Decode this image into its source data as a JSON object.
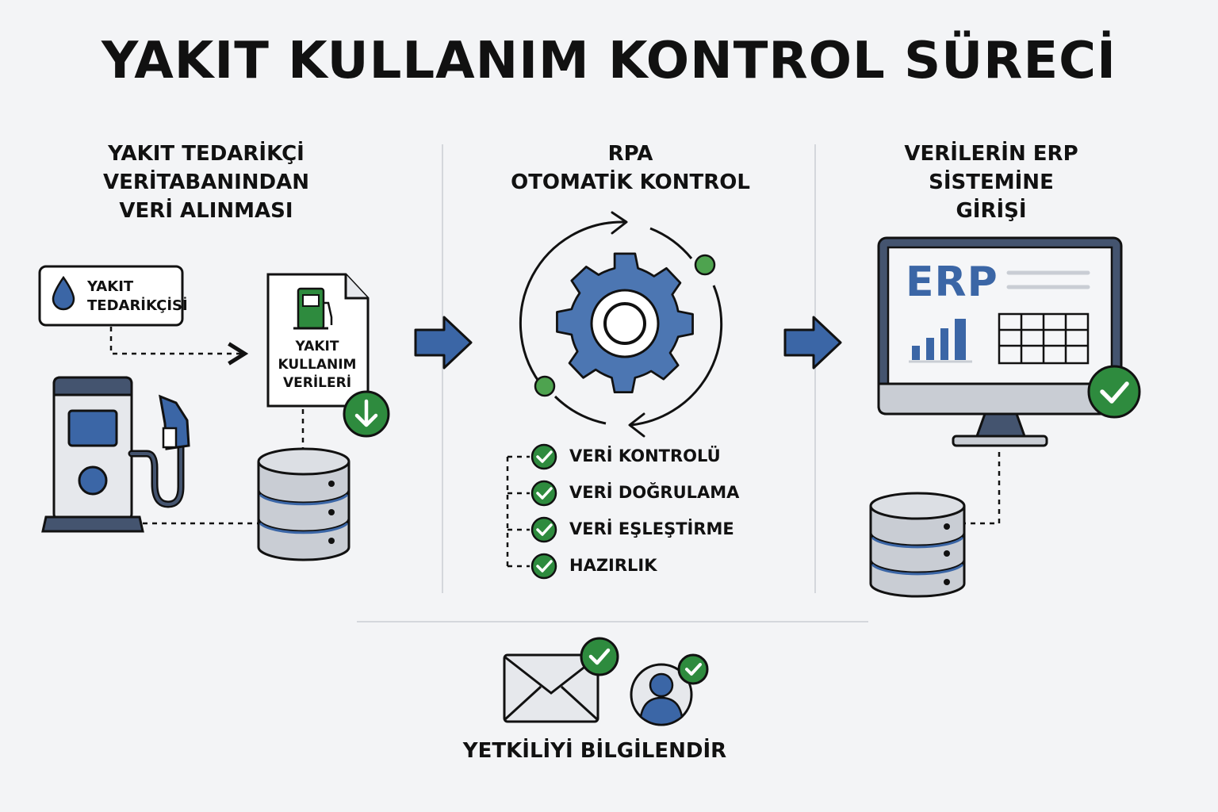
{
  "title": "YAKIT KULLANIM KONTROL SÜRECİ",
  "columns": [
    {
      "title_lines": [
        "YAKIT TEDARİKÇİ",
        "VERİTABANINDAN",
        "VERİ ALINMASI"
      ]
    },
    {
      "title_lines": [
        "RPA",
        "OTOMATİK KONTROL"
      ]
    },
    {
      "title_lines": [
        "VERİLERİN ERP SİSTEMİNE",
        "GİRİŞİ"
      ]
    }
  ],
  "supplier": {
    "label_lines": [
      "YAKIT",
      "TEDARİKÇİSİ"
    ]
  },
  "document": {
    "label_lines": [
      "YAKIT",
      "KULLANIM",
      "VERİLERİ"
    ]
  },
  "checks": [
    "VERİ KONTROLÜ",
    "VERİ DOĞRULAMA",
    "VERİ EŞLEŞTİRME",
    "HAZIRLIK"
  ],
  "erp": {
    "label": "ERP"
  },
  "notify": {
    "label": "YETKİLİYİ BİLGİLENDİR"
  },
  "colors": {
    "blue": "#3b66a6",
    "dark_blue": "#44546f",
    "green": "#2e8b3e",
    "gray": "#c9cdd4",
    "light_gray": "#e6e8ec",
    "line": "#111111"
  }
}
